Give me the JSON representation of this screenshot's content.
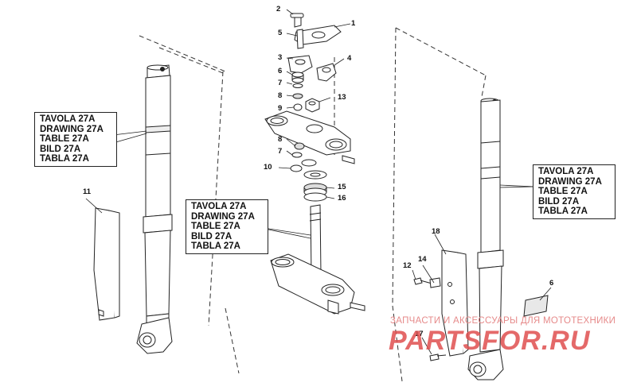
{
  "callouts": {
    "n1": "1",
    "n2": "2",
    "n3": "3",
    "n4": "4",
    "n5": "5",
    "n6a": "6",
    "n6b": "6",
    "n7a": "7",
    "n7b": "7",
    "n8a": "8",
    "n8b": "8",
    "n9": "9",
    "n10": "10",
    "n11": "11",
    "n12": "12",
    "n13": "13",
    "n14": "14",
    "n15": "15",
    "n16": "16",
    "n17": "17",
    "n18": "18"
  },
  "reference_left": [
    "TAVOLA 27A",
    "DRAWING 27A",
    "TABLE 27A",
    "BILD 27A",
    "TABLA 27A"
  ],
  "reference_center": [
    "TAVOLA 27A",
    "DRAWING 27A",
    "TABLE 27A",
    "BILD 27A",
    "TABLA 27A"
  ],
  "reference_right": [
    "TAVOLA 27A",
    "DRAWING 27A",
    "TABLE 27A",
    "BILD 27A",
    "TABLA 27A"
  ],
  "watermark": {
    "tagline": "ЗАПЧАСТИ И АКСЕССУАРЫ ДЛЯ МОТОТЕХНИКИ",
    "logo": "PARTSFOR.RU"
  },
  "colors": {
    "line": "#111111",
    "fill": "#ffffff",
    "shade": "#d8d8d8",
    "watermark": "#e05050"
  }
}
